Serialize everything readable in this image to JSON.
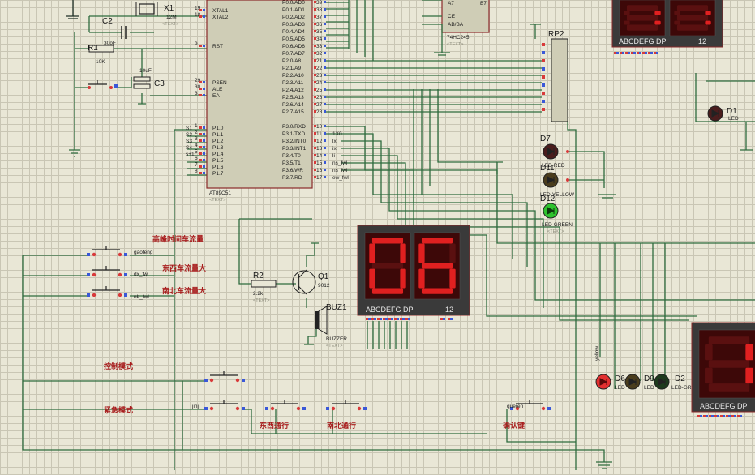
{
  "mcu": {
    "name": "AT89C51",
    "left_pins": [
      "XTAL1",
      "XTAL2",
      "RST",
      "PSEN",
      "ALE",
      "EA",
      "P1.0",
      "P1.1",
      "P1.2",
      "P1.3",
      "P1.4",
      "P1.5",
      "P1.6",
      "P1.7"
    ],
    "left_pin_numbers": [
      "19",
      "18",
      "9",
      "29",
      "30",
      "31",
      "1",
      "2",
      "3",
      "4",
      "5",
      "6",
      "7",
      "8"
    ],
    "port0_pins": [
      "P0.0/AD0",
      "P0.1/AD1",
      "P0.2/AD2",
      "P0.3/AD3",
      "P0.4/AD4",
      "P0.5/AD5",
      "P0.6/AD6",
      "P0.7/AD7"
    ],
    "port2_pins": [
      "P2.0/A8",
      "P2.1/A9",
      "P2.2/A10",
      "P2.3/A11",
      "P2.4/A12",
      "P2.5/A13",
      "P2.6/A14",
      "P2.7/A15"
    ],
    "port3_pins": [
      "P3.0/RXD",
      "P3.1/TXD",
      "P3.2/INT0",
      "P3.3/INT1",
      "P3.4/T0",
      "P3.5/T1",
      "P3.6/WR",
      "P3.7/RD"
    ],
    "port0_numbers": [
      "39",
      "38",
      "37",
      "36",
      "35",
      "34",
      "33",
      "32"
    ],
    "port2_numbers": [
      "21",
      "22",
      "23",
      "24",
      "25",
      "26",
      "27",
      "28"
    ],
    "port3_numbers": [
      "10",
      "11",
      "12",
      "13",
      "14",
      "15",
      "16",
      "17"
    ],
    "p1_net_labels": [
      "S1",
      "S2",
      "S3",
      "S4",
      "s+1",
      "",
      "",
      ""
    ],
    "p3_net_labels": [
      "",
      "1X0",
      "lx",
      "ix",
      "li",
      "ns_fwl",
      "ns_fwl",
      "ew_fwl"
    ]
  },
  "latch": {
    "name": "74HC245",
    "pins": [
      "A7",
      "B7",
      "CE",
      "AB/BA"
    ]
  },
  "components": {
    "x1": {
      "ref": "X1",
      "value": "12M"
    },
    "c2": {
      "ref": "C2",
      "value": "30pF"
    },
    "c3": {
      "ref": "C3",
      "value": "10uF"
    },
    "r1": {
      "ref": "R1",
      "value": "10K"
    },
    "r2": {
      "ref": "R2",
      "value": "2.2k"
    },
    "q1": {
      "ref": "Q1",
      "value": "9012"
    },
    "buz1": {
      "ref": "BUZ1",
      "value": "BUZZER"
    },
    "rp2": {
      "ref": "RP2"
    },
    "text_placeholder": "<TEXT>"
  },
  "leds": {
    "d7": {
      "ref": "D7",
      "model": "LED-RED"
    },
    "d11": {
      "ref": "D11",
      "model": "LED-YELLOW"
    },
    "d12": {
      "ref": "D12",
      "model": "LED-GREEN"
    },
    "d1": {
      "ref": "D1",
      "model": "LED"
    },
    "d6": {
      "ref": "D6",
      "model": "LED"
    },
    "d9": {
      "ref": "D9",
      "model": "LED"
    },
    "d2": {
      "ref": "D2",
      "model": "LED-GREEN"
    },
    "side_label": "yellow"
  },
  "displays": {
    "main": {
      "digits": [
        "0",
        "6"
      ],
      "pins": "ABCDEFG DP",
      "common": "12"
    },
    "top_right": {
      "digits": [
        "1",
        "1"
      ],
      "pins": "ABCDEFG DP",
      "common": "12"
    },
    "bottom_right": {
      "digits": [
        "1"
      ],
      "pins": "ABCDEFG DP"
    }
  },
  "switches": {
    "peak": {
      "label": "高峰时间车流量",
      "net": "gaofeng"
    },
    "ew": {
      "label": "东西车流量大",
      "net": "dx_fwl"
    },
    "ns": {
      "label": "南北车流量大",
      "net": "nb_fwl"
    },
    "manual": {
      "label": "控制模式"
    },
    "emergency": {
      "label": "紧急模式",
      "net": "jinji"
    },
    "ew_pass": {
      "label": "东西通行"
    },
    "ns_pass": {
      "label": "南北通行"
    },
    "confirm": {
      "label": "确认键",
      "net": "queren"
    }
  },
  "colors": {
    "wire": "#2e6b3e",
    "chip_border": "#8b2a2a",
    "segment_on": "#e02020",
    "led_red": "#e23030",
    "led_green": "#2ec22e",
    "background": "#e9e7d6"
  }
}
